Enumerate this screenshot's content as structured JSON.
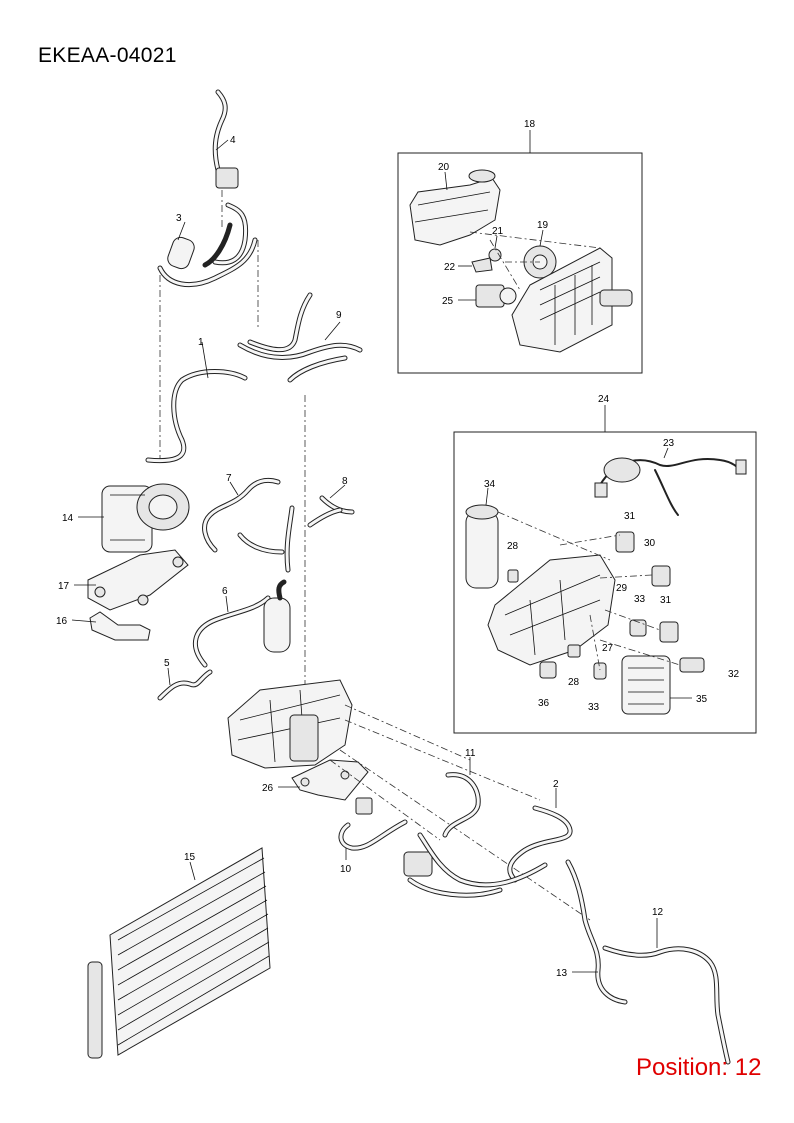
{
  "title": "EKEAA-04021",
  "position_label": "Position: 12",
  "accent_color": "#e00000",
  "callouts": {
    "c1": "1",
    "c2": "2",
    "c3": "3",
    "c4": "4",
    "c5": "5",
    "c6": "6",
    "c7": "7",
    "c8": "8",
    "c9": "9",
    "c10": "10",
    "c11": "11",
    "c12": "12",
    "c13": "13",
    "c14": "14",
    "c15": "15",
    "c16": "16",
    "c17": "17",
    "c18": "18",
    "c19": "19",
    "c20": "20",
    "c21": "21",
    "c22": "22",
    "c23": "23",
    "c24": "24",
    "c25": "25",
    "c26": "26",
    "c27": "27",
    "c28a": "28",
    "c28b": "28",
    "c29": "29",
    "c30": "30",
    "c31a": "31",
    "c31b": "31",
    "c32": "32",
    "c33a": "33",
    "c33b": "33",
    "c34": "34",
    "c35": "35",
    "c36": "36"
  }
}
